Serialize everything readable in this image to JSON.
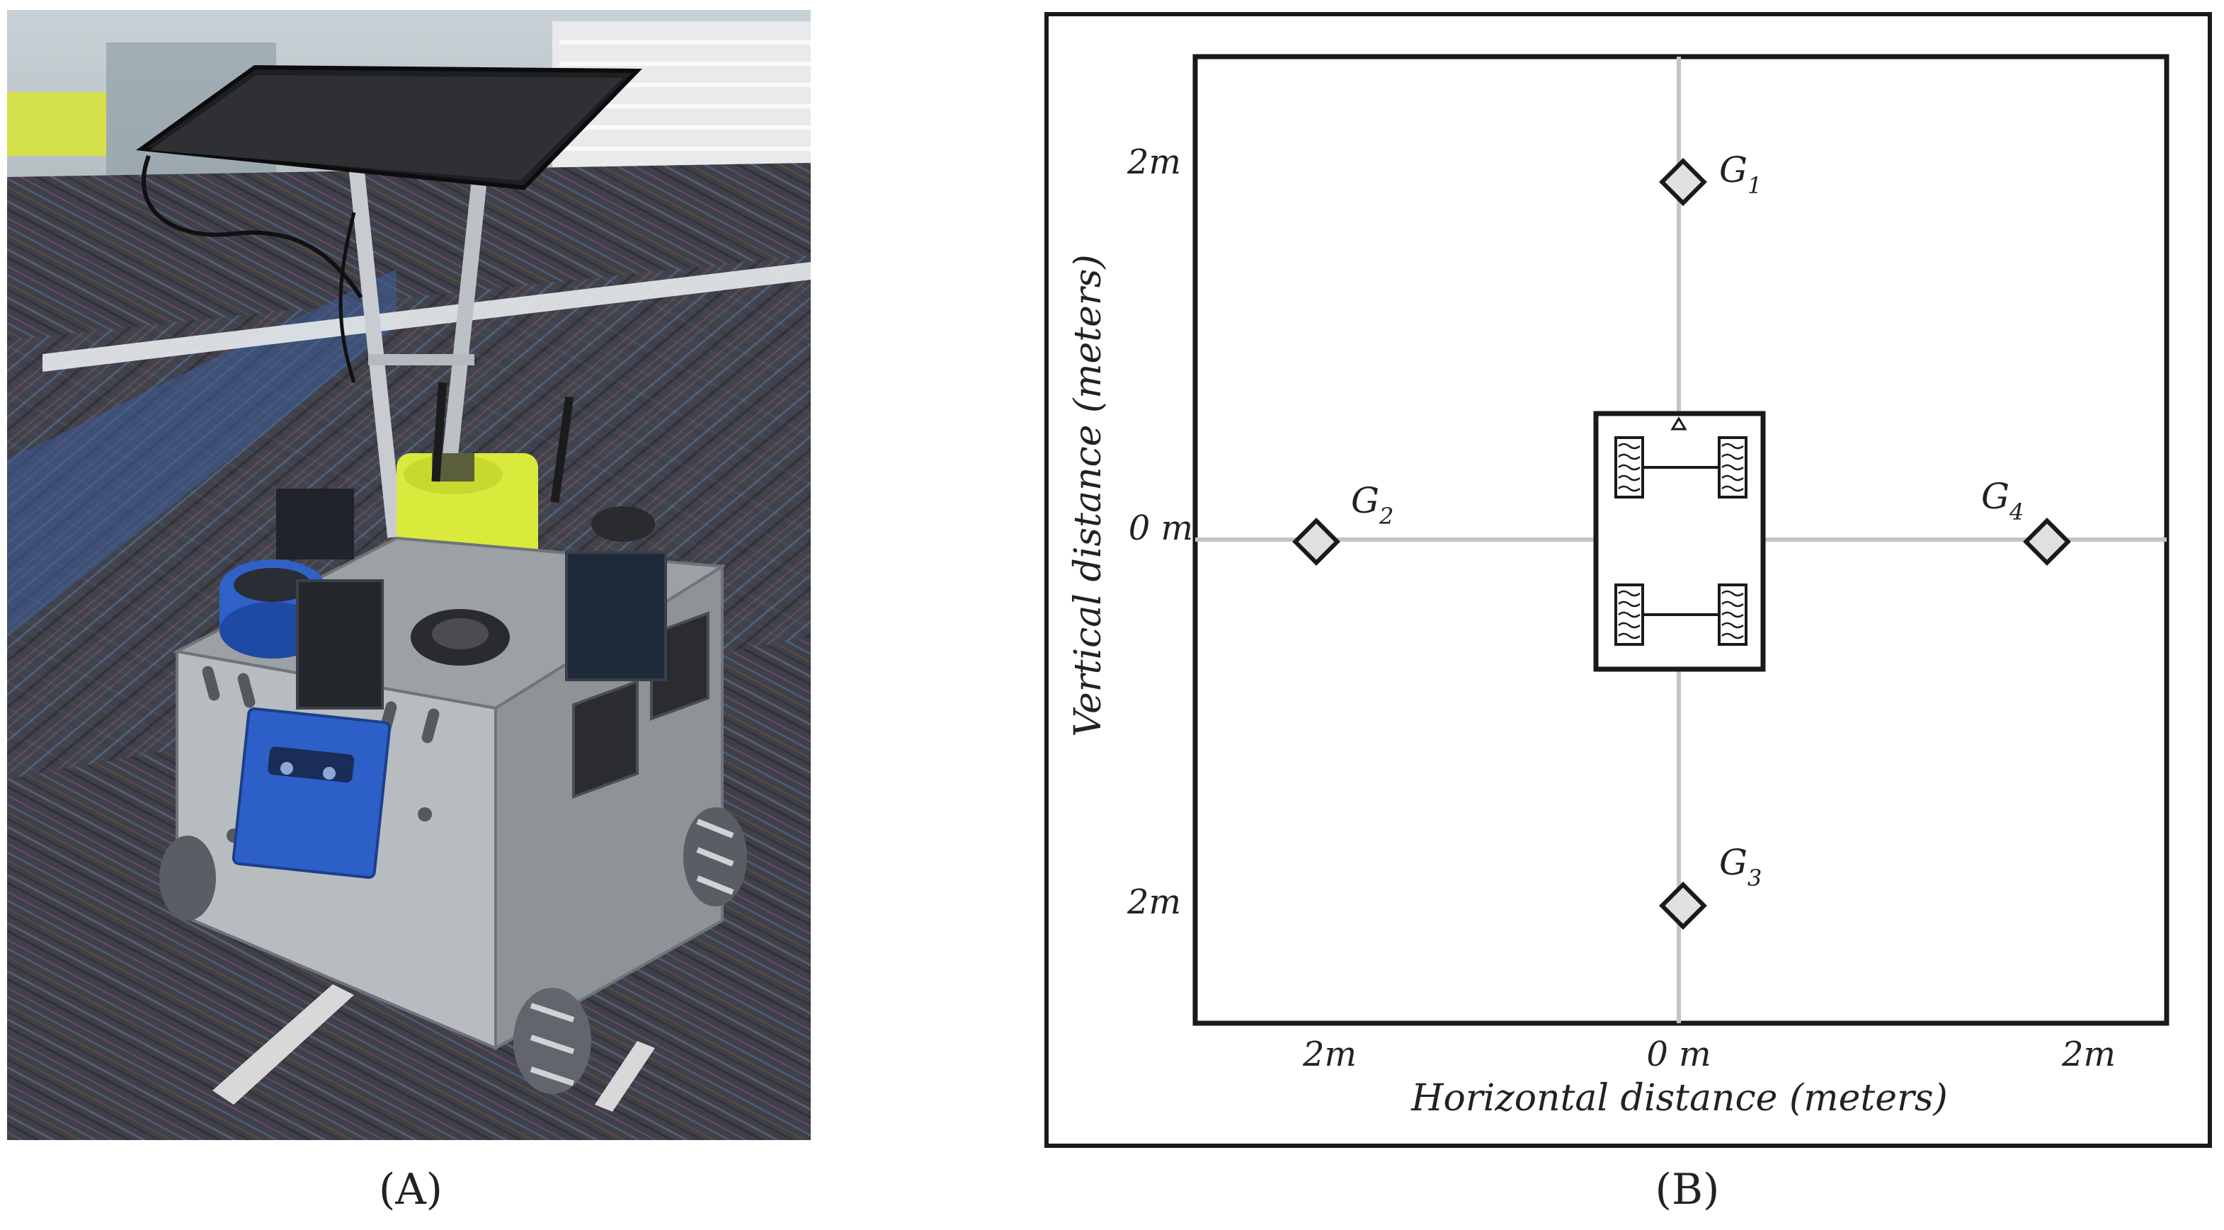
{
  "panel_a": {
    "caption": "(A)"
  },
  "panel_b": {
    "caption": "(B)",
    "axes": {
      "xlabel": "Horizontal distance (meters)",
      "ylabel": "Vertical distance (meters)",
      "x_ticks": [
        "2m",
        "0 m",
        "2m"
      ],
      "y_ticks": [
        "2m",
        "0 m",
        "2m"
      ]
    },
    "goals": [
      {
        "letter": "G",
        "sub": "1"
      },
      {
        "letter": "G",
        "sub": "2"
      },
      {
        "letter": "G",
        "sub": "3"
      },
      {
        "letter": "G",
        "sub": "4"
      }
    ]
  },
  "colors": {
    "frame": "#1a1a1a",
    "axis_lines": "#c4c4c4",
    "goal_fill": "#e0e0e0",
    "carpet": "#3e3f46",
    "robot_metal": "#9ea3a8",
    "robot_blue": "#2d5fc8",
    "lidar_yellow": "#d9ea3c"
  },
  "icons": [
    "robot-photo",
    "goal-diamond-icon",
    "robot-topview-icon",
    "mecanum-wheel-icon",
    "heading-arrow-icon"
  ]
}
